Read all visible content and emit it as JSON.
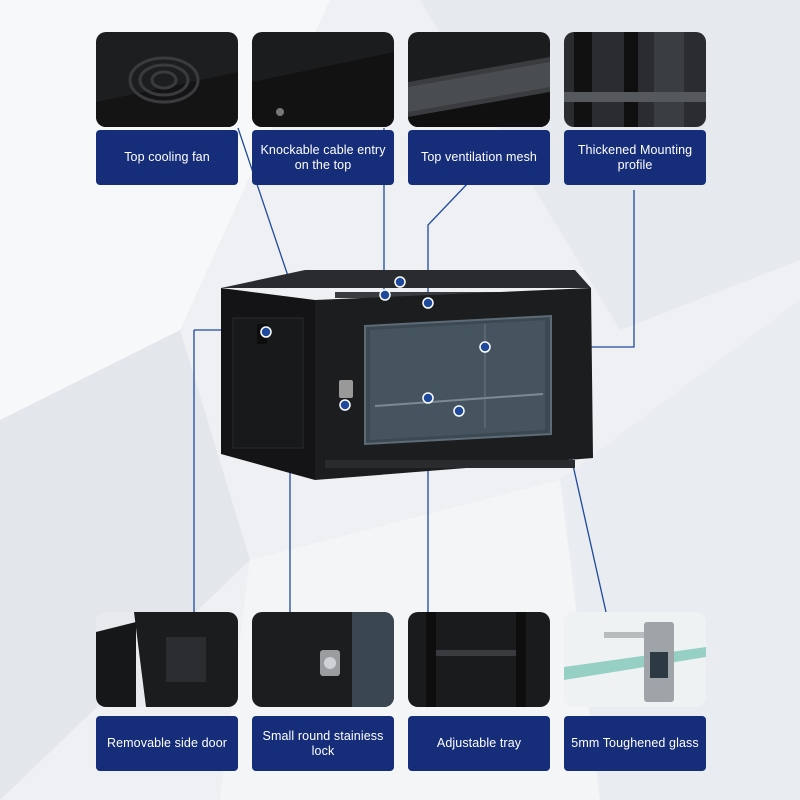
{
  "colors": {
    "label_bg": "#162e7a",
    "accent_line": "#1f4a9c",
    "cabinet": "#1a1b1d"
  },
  "features": [
    {
      "label": "Top cooling fan",
      "icon": "fan-grille"
    },
    {
      "label": "Knockable cable entry on the top",
      "icon": "cable-entry"
    },
    {
      "label": "Top ventilation mesh",
      "icon": "mesh-vent"
    },
    {
      "label": "Thickened Mounting profile",
      "icon": "mounting-profile"
    },
    {
      "label": "Removable side door",
      "icon": "side-door"
    },
    {
      "label": "Small round stainiess lock",
      "icon": "lock"
    },
    {
      "label": "Adjustable tray",
      "icon": "tray"
    },
    {
      "label": "5mm Toughened  glass",
      "icon": "glass-caliper"
    }
  ]
}
